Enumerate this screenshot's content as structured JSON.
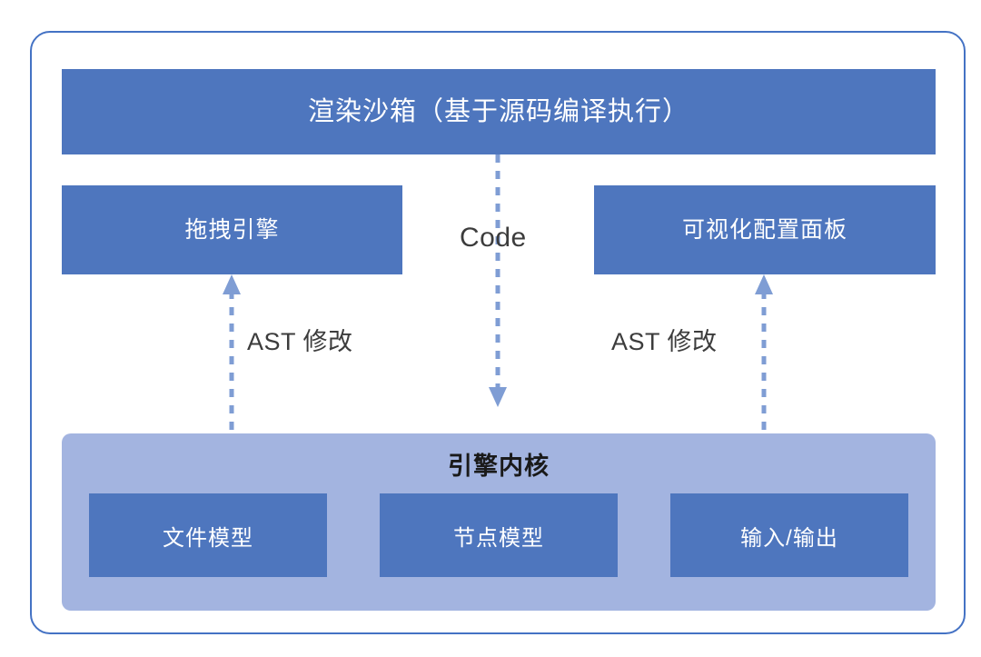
{
  "diagram": {
    "title_block": {
      "id": "render-sandbox",
      "label": "渲染沙箱（基于源码编译执行）"
    },
    "middle_blocks": [
      {
        "id": "drag-engine",
        "label": "拖拽引擎"
      },
      {
        "id": "config-panel",
        "label": "可视化配置面板"
      }
    ],
    "kernel": {
      "title": "引擎内核",
      "modules": [
        {
          "id": "file-model",
          "label": "文件模型"
        },
        {
          "id": "node-model",
          "label": "节点模型"
        },
        {
          "id": "io-model",
          "label": "输入/输出"
        }
      ]
    },
    "connectors": [
      {
        "id": "sandbox-to-kernel",
        "label": "Code",
        "style": "dashed",
        "direction": "down",
        "from": "render-sandbox",
        "to": "engine-kernel"
      },
      {
        "id": "kernel-to-drag-engine",
        "label": "AST 修改",
        "style": "dashed",
        "direction": "up",
        "from": "engine-kernel",
        "to": "drag-engine"
      },
      {
        "id": "kernel-to-config-panel",
        "label": "AST 修改",
        "style": "dashed",
        "direction": "up",
        "from": "engine-kernel",
        "to": "config-panel"
      }
    ],
    "colors": {
      "block_blue": "#4e76be",
      "container_blue": "#a3b4e0",
      "frame_border": "#4472c4",
      "connector_blue": "#7f9dd4",
      "text_on_blue": "#ffffff",
      "text_dark": "#3c3c3c",
      "background": "#ffffff"
    }
  }
}
